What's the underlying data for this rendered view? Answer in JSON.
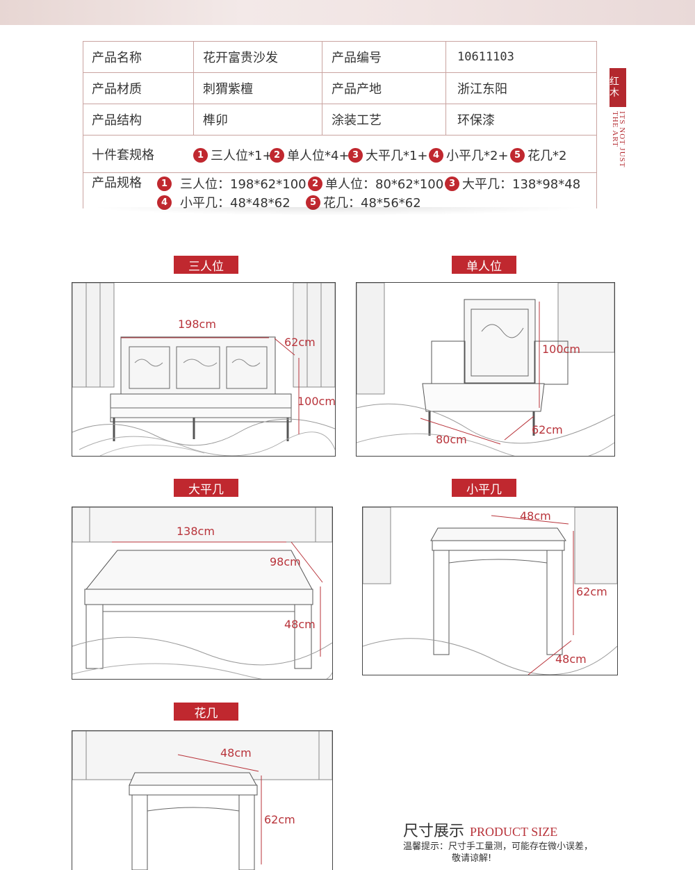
{
  "spec_table": {
    "row1": {
      "k1": "产品名称",
      "v1": "花开富贵沙发",
      "k2": "产品编号",
      "v2": "10611103"
    },
    "row2": {
      "k1": "产品材质",
      "v1": "刺猬紫檀",
      "k2": "产品产地",
      "v2": "浙江东阳"
    },
    "row3": {
      "k1": "产品结构",
      "v1": "榫卯",
      "k2": "涂装工艺",
      "v2": "环保漆"
    },
    "set_label": "十件套规格",
    "set_items": [
      {
        "n": "1",
        "text": "三人位*1+"
      },
      {
        "n": "2",
        "text": "单人位*4+"
      },
      {
        "n": "3",
        "text": "大平几*1+"
      },
      {
        "n": "4",
        "text": "小平几*2+"
      },
      {
        "n": "5",
        "text": "花几*2"
      }
    ],
    "size_label": "产品规格",
    "size_items": [
      {
        "n": "1",
        "text": "三人位：198*62*100"
      },
      {
        "n": "2",
        "text": "单人位：80*62*100"
      },
      {
        "n": "3",
        "text": "大平几：138*98*48"
      },
      {
        "n": "4",
        "text": "小平几：48*48*62"
      },
      {
        "n": "5",
        "text": "花几：48*56*62"
      }
    ]
  },
  "brand": {
    "seal": "红木",
    "tagline": "ITS NOT JUST THE ART"
  },
  "accent_color": "#c0282f",
  "panels": {
    "sofa3": {
      "label": "三人位",
      "dims": [
        "198cm",
        "62cm",
        "100cm"
      ]
    },
    "sofa1": {
      "label": "单人位",
      "dims": [
        "100cm",
        "80cm",
        "62cm"
      ]
    },
    "table_big": {
      "label": "大平几",
      "dims": [
        "138cm",
        "98cm",
        "48cm"
      ]
    },
    "table_small": {
      "label": "小平几",
      "dims": [
        "48cm",
        "62cm",
        "48cm"
      ]
    },
    "stand": {
      "label": "花几",
      "dims": [
        "48cm",
        "62cm"
      ]
    }
  },
  "footer": {
    "title_cn": "尺寸展示",
    "title_en": "PRODUCT SIZE",
    "note_line1": "温馨提示：尺寸手工量测，可能存在微小误差，",
    "note_line2": "敬请谅解!"
  }
}
